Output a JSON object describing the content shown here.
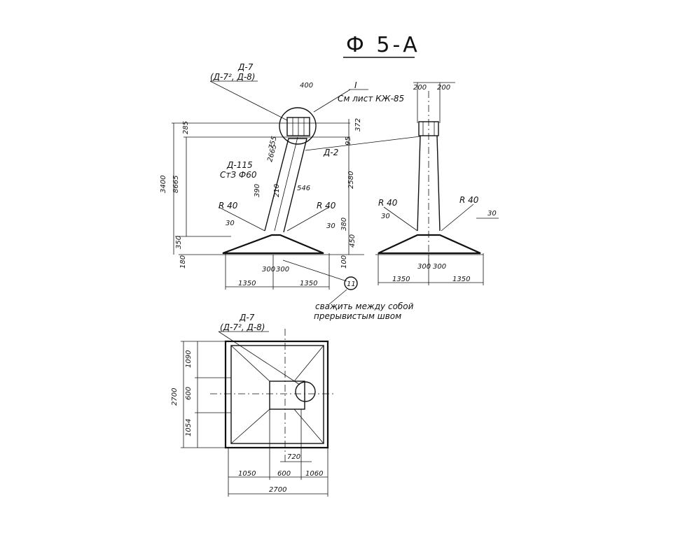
{
  "title": "Ф 5-А",
  "front_view": {
    "label_d7": "Д-7",
    "label_d7_alt": "(Д-7², Д-8)",
    "label_400": "400",
    "label_section_mark": "I",
    "label_see_sheet": "См лист КЖ-85",
    "label_285": "285",
    "label_372": "372",
    "label_95": "95",
    "label_755": "755",
    "label_2665": "2665",
    "label_d2": "Д-2",
    "label_d115": "Д-115",
    "label_steel": "СтЗ Ф60",
    "label_3400": "3400",
    "label_8665": "8665",
    "label_2580": "2580",
    "label_390": "390",
    "label_210": "210",
    "label_546": "546",
    "label_r40_left": "R 40",
    "label_r40_right": "R 40",
    "label_30_left": "30",
    "label_30_right": "30",
    "label_350": "350",
    "label_450": "450",
    "label_180": "180",
    "label_100": "100",
    "label_300a": "300",
    "label_300b": "300",
    "label_1350_left": "1350",
    "label_1350_right": "1350",
    "label_weld_num": "11",
    "label_weld_line1": "сваҗить между собой",
    "label_weld_line2": "прерывистым швом"
  },
  "side_view": {
    "label_200_left": "200",
    "label_200_right": "200",
    "label_r40_left": "R 40",
    "label_r40_right": "R 40",
    "label_30_left": "30",
    "label_30_right": "30",
    "label_300a": "300",
    "label_300b": "300",
    "label_1350_left": "1350",
    "label_1350_right": "1350"
  },
  "plan_view": {
    "label_d7": "Д-7",
    "label_d7_alt": "(Д-7², Д-8)",
    "label_1090": "1090",
    "label_2700": "2700",
    "label_600": "600",
    "label_1054": "1054",
    "label_720": "720",
    "label_1050_left": "1050",
    "label_600_bottom": "600",
    "label_1060_right": "1060",
    "label_2700_bottom": "2700"
  }
}
